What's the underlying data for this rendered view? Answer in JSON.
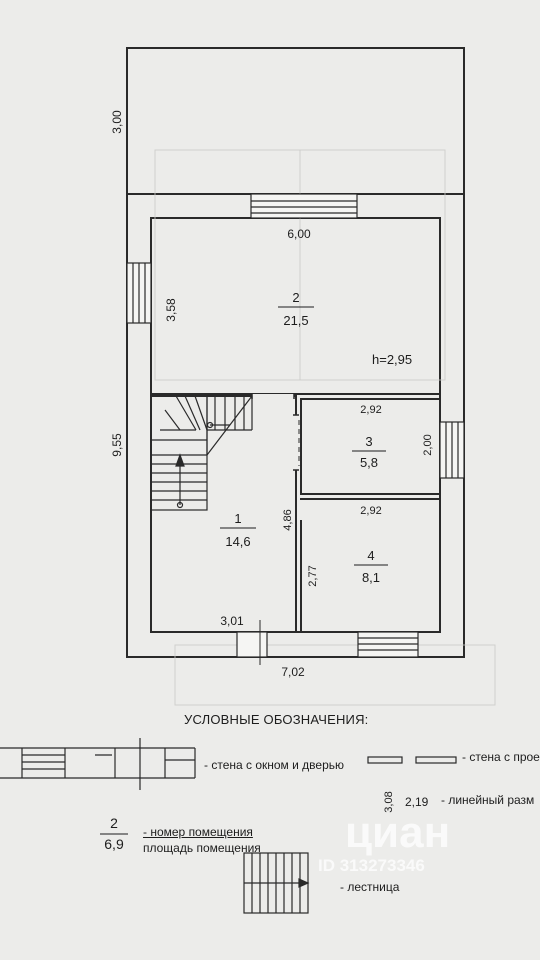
{
  "dims": {
    "top_block_width": "3,00",
    "room2_width": "6,00",
    "room2_depth": "3,58",
    "left_total": "9,55",
    "height": "h=2,95",
    "room3_width": "2,92",
    "room3_depth": "2,00",
    "room4_width": "2,92",
    "room4_depth": "2,77",
    "hall_depth": "4,86",
    "hall_width": "3,01",
    "total_width": "7,02"
  },
  "rooms": [
    {
      "number": "2",
      "area": "21,5"
    },
    {
      "number": "3",
      "area": "5,8"
    },
    {
      "number": "1",
      "area": "14,6"
    },
    {
      "number": "4",
      "area": "8,1"
    }
  ],
  "legend": {
    "title": "УСЛОВНЫЕ ОБОЗНАЧЕНИЯ:",
    "wall_window_door": "- стена с окном и дверью",
    "wall_opening": "- стена с прое",
    "linear_dim_value_a": "3,08",
    "linear_dim_value_b": "2,19",
    "linear_dim_label": "- линейный разм",
    "room_example_number": "2",
    "room_example_area": "6,9",
    "room_number_label": "- номер помещения",
    "room_area_label": "площадь помещения",
    "stairs_label": "- лестница"
  },
  "watermark": {
    "brand": "циан",
    "id": "ID 313273346"
  }
}
